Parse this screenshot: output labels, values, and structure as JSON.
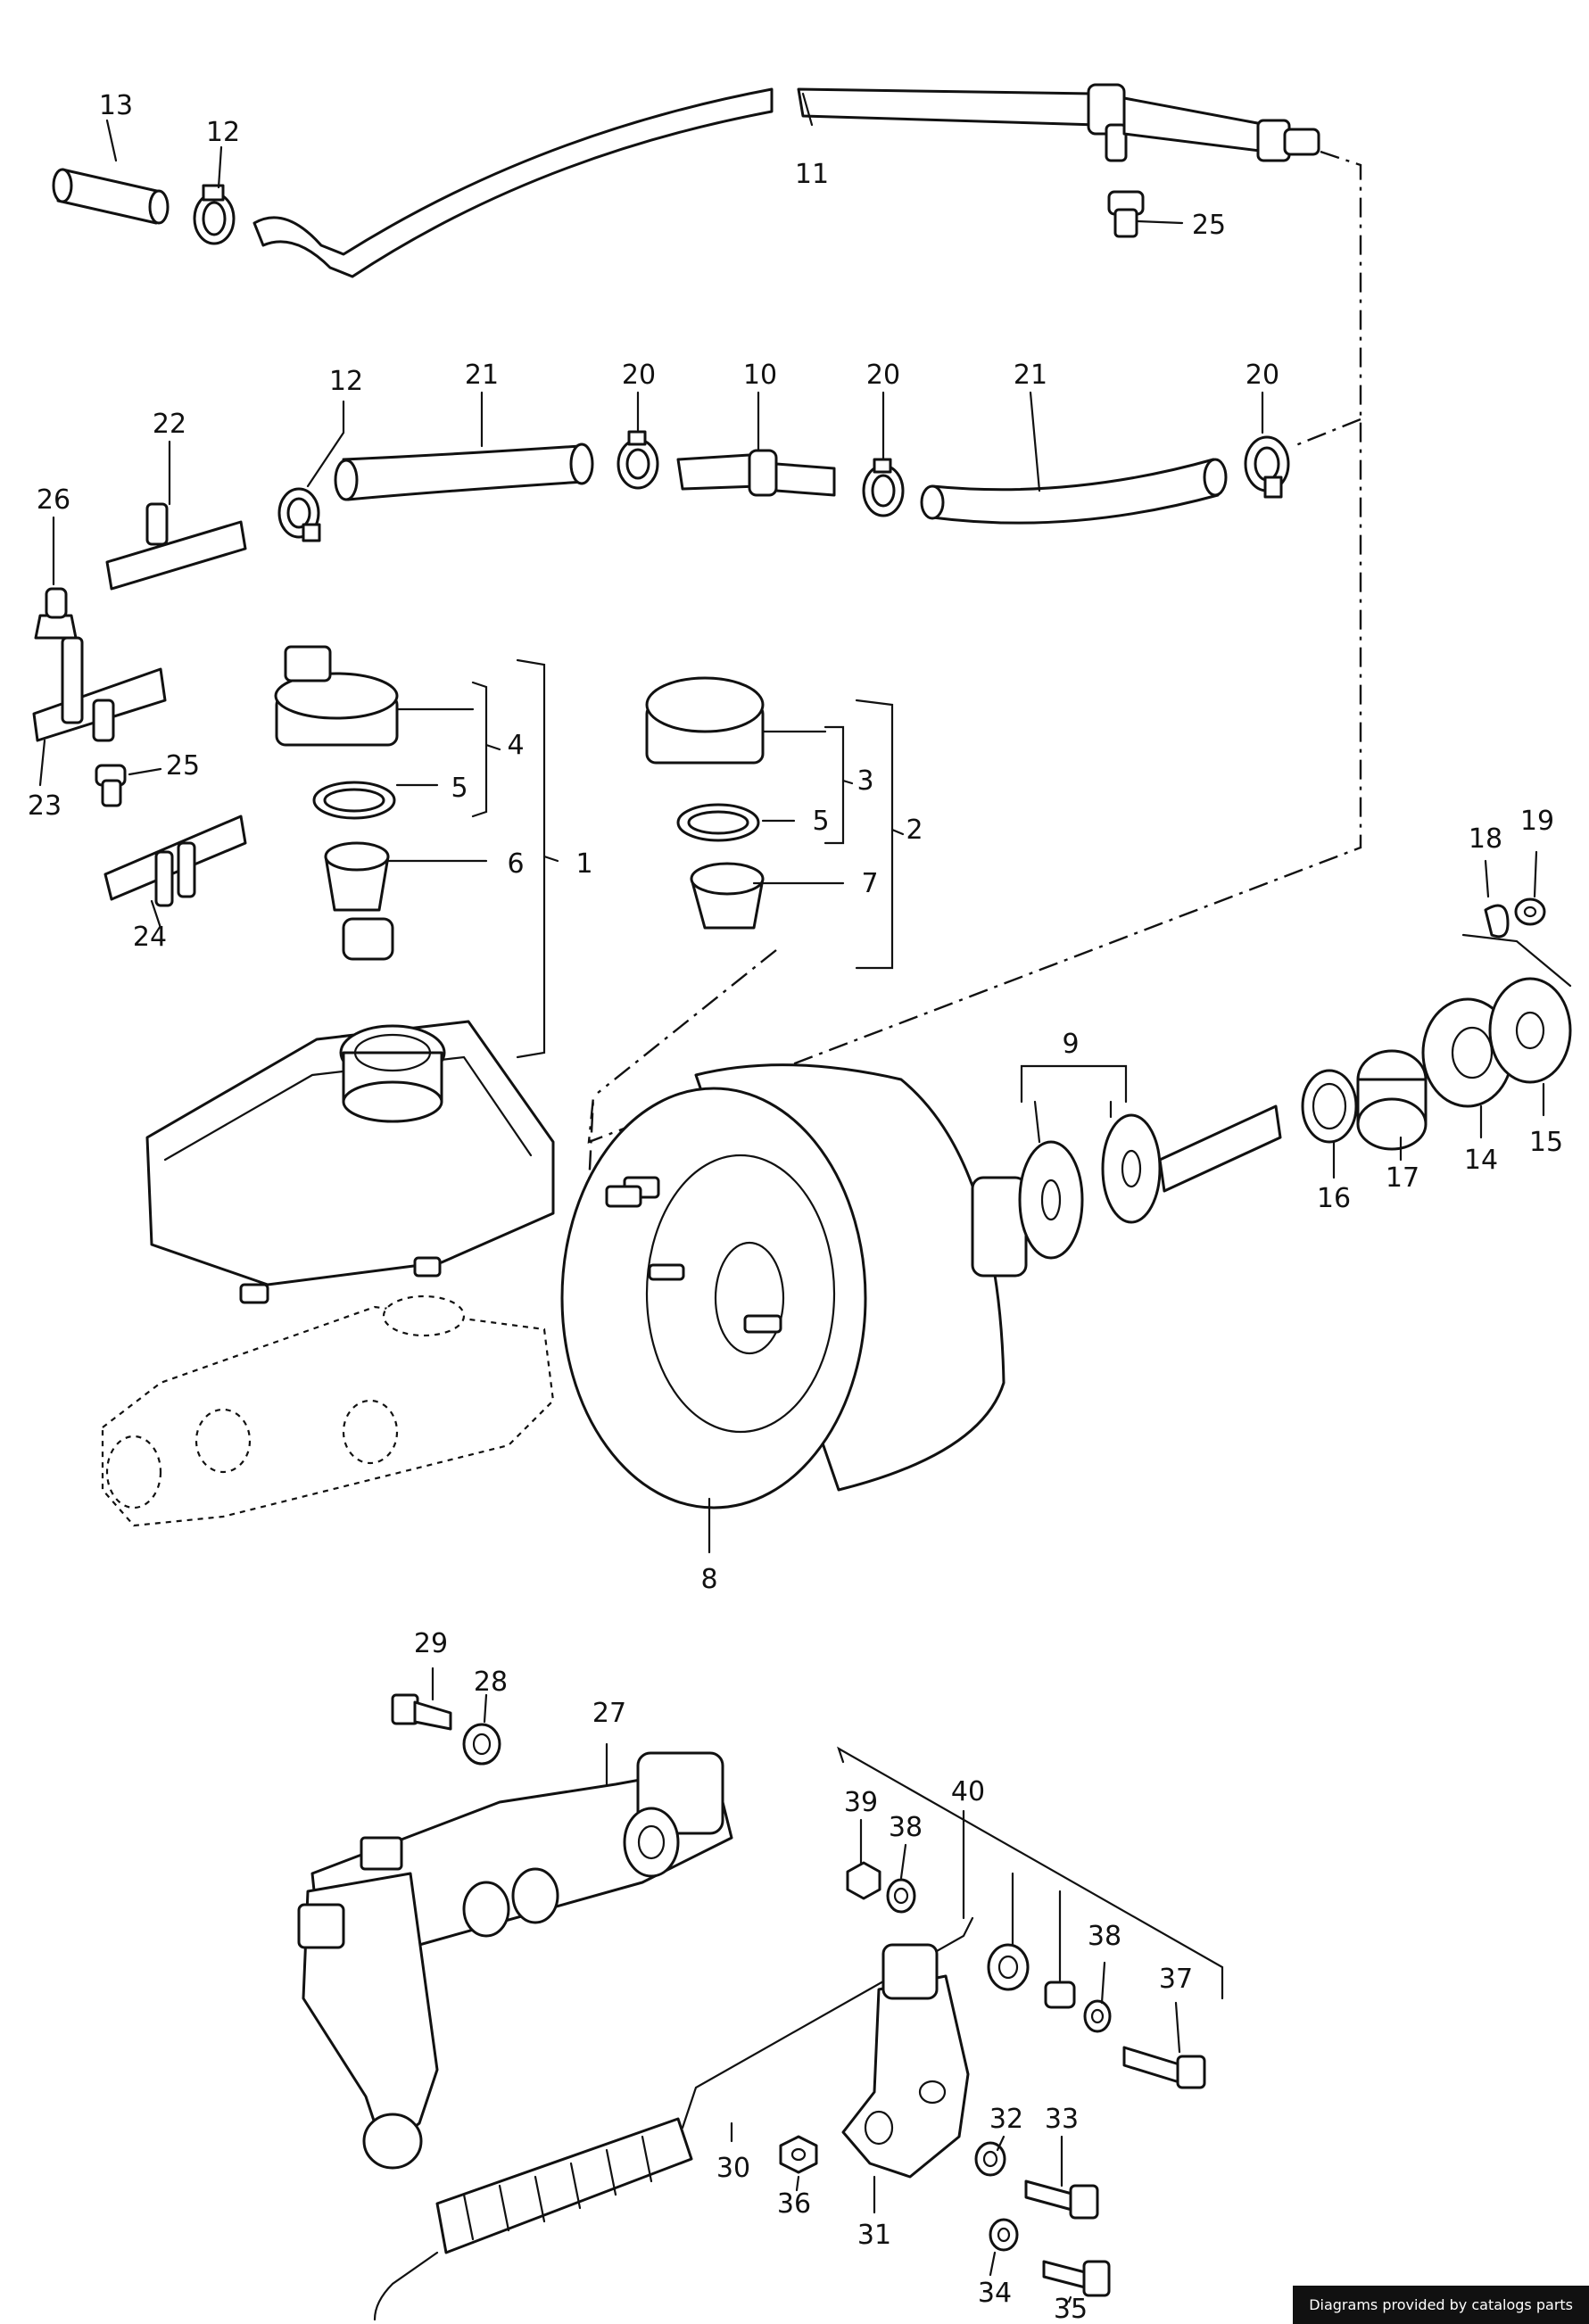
{
  "callouts": {
    "c1": "1",
    "c2": "2",
    "c3": "3",
    "c4": "4",
    "c5a": "5",
    "c5b": "5",
    "c6": "6",
    "c7": "7",
    "c8": "8",
    "c9": "9",
    "c10": "10",
    "c11": "11",
    "c12a": "12",
    "c12b": "12",
    "c13": "13",
    "c14": "14",
    "c15": "15",
    "c16": "16",
    "c17": "17",
    "c18": "18",
    "c19": "19",
    "c20a": "20",
    "c20b": "20",
    "c20c": "20",
    "c21a": "21",
    "c21b": "21",
    "c22": "22",
    "c23": "23",
    "c24": "24",
    "c25a": "25",
    "c25b": "25",
    "c26": "26",
    "c27": "27",
    "c28": "28",
    "c29": "29",
    "c30": "30",
    "c31": "31",
    "c32": "32",
    "c33": "33",
    "c34": "34",
    "c35": "35",
    "c36": "36",
    "c37": "37",
    "c38a": "38",
    "c38b": "38",
    "c39": "39",
    "c40": "40"
  },
  "footer_text": "Diagrams provided by catalogs parts"
}
